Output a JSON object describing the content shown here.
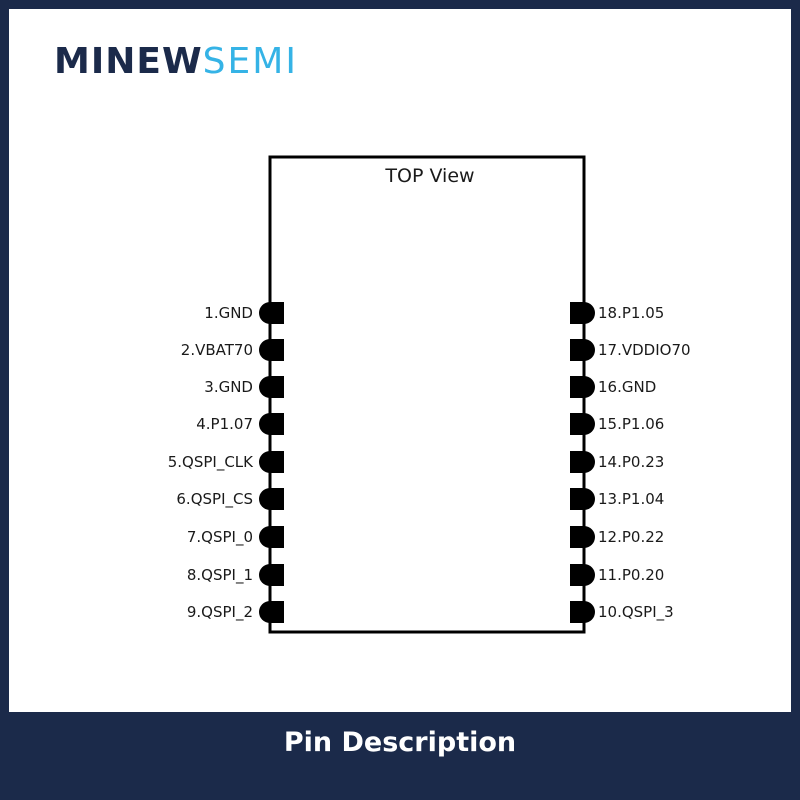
{
  "brand": {
    "part1": "MINEW",
    "part2": "SEMI"
  },
  "diagram": {
    "title": "TOP View",
    "left_pins": [
      "1.GND",
      "2.VBAT70",
      "3.GND",
      "4.P1.07",
      "5.QSPI_CLK",
      "6.QSPI_CS",
      "7.QSPI_0",
      "8.QSPI_1",
      "9.QSPI_2"
    ],
    "right_pins": [
      "18.P1.05",
      "17.VDDIO70",
      "16.GND",
      "15.P1.06",
      "14.P0.23",
      "13.P1.04",
      "12.P0.22",
      "11.P0.20",
      "10.QSPI_3"
    ]
  },
  "footer": {
    "title": "Pin Description"
  },
  "colors": {
    "navy": "#1b2a4a",
    "accent": "#35b3e6",
    "ink": "#000000"
  }
}
